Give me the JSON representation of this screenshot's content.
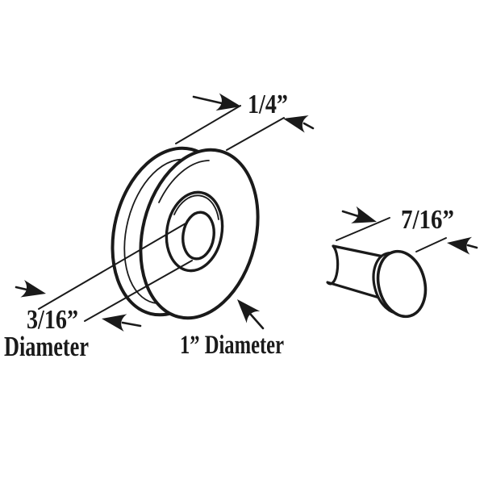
{
  "colors": {
    "ink": "#1a1a1a",
    "paper": "#ffffff"
  },
  "annotations": {
    "wheel_width": "1/4”",
    "pin_length": "7/16”",
    "bore_size": "3/16”",
    "bore_word": "Diameter",
    "wheel_diameter": "1” Diameter"
  }
}
